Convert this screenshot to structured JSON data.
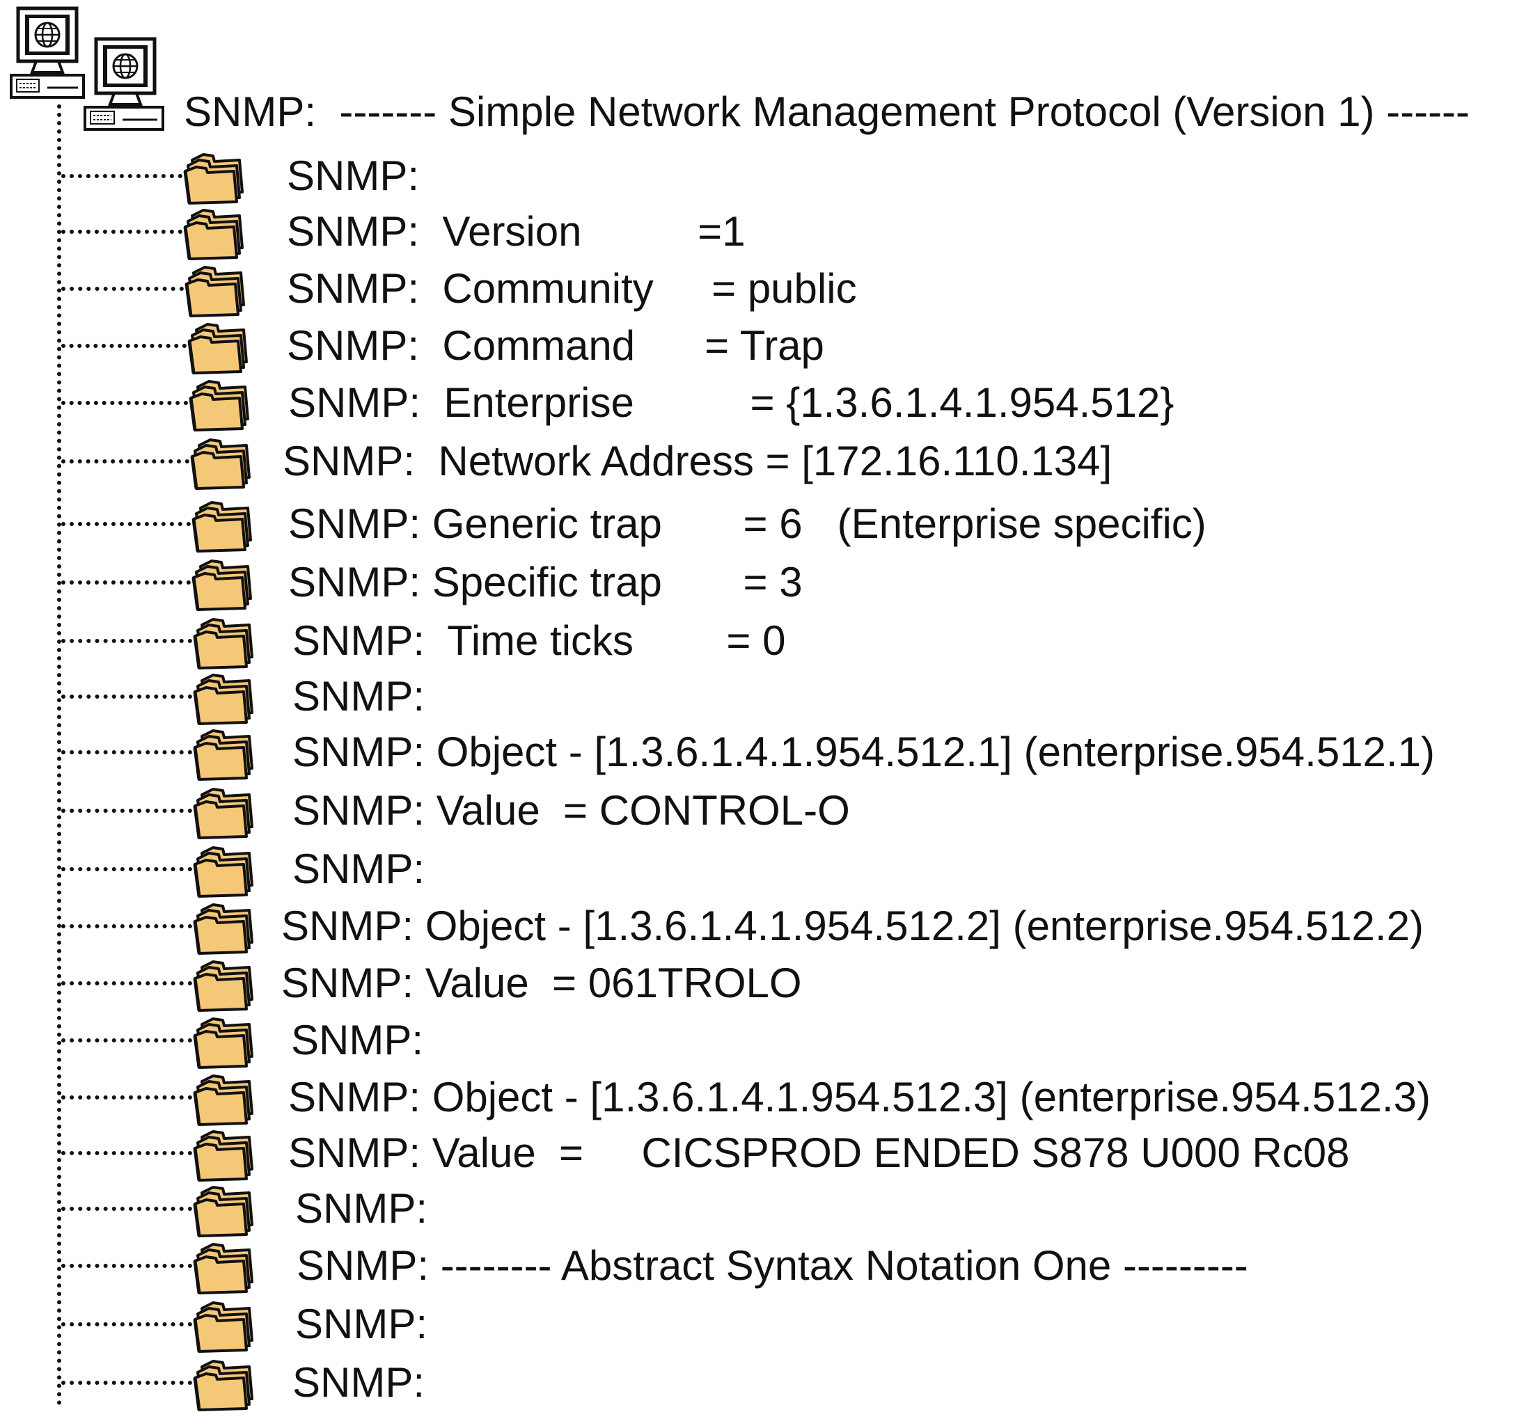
{
  "header": {
    "title": "SNMP:  ------- Simple Network Management Protocol (Version 1) ------"
  },
  "icons": {
    "computer": "networked-computer-icon",
    "folder": "folder-icon"
  },
  "colors": {
    "folder_fill": "#f5c878",
    "outline": "#111111"
  },
  "rows": [
    {
      "text": "SNMP:"
    },
    {
      "text": "SNMP:  Version          =1"
    },
    {
      "text": "SNMP:  Community     = public"
    },
    {
      "text": "SNMP:  Command      = Trap"
    },
    {
      "text": "SNMP:  Enterprise          = {1.3.6.1.4.1.954.512}"
    },
    {
      "text": "SNMP:  Network Address = [172.16.110.134]"
    },
    {
      "text": "SNMP: Generic trap       = 6   (Enterprise specific)"
    },
    {
      "text": "SNMP: Specific trap       = 3"
    },
    {
      "text": "SNMP:  Time ticks        = 0"
    },
    {
      "text": "SNMP:"
    },
    {
      "text": "SNMP: Object - [1.3.6.1.4.1.954.512.1] (enterprise.954.512.1)"
    },
    {
      "text": "SNMP: Value  = CONTROL-O"
    },
    {
      "text": "SNMP:"
    },
    {
      "text": "SNMP: Object - [1.3.6.1.4.1.954.512.2] (enterprise.954.512.2)"
    },
    {
      "text": "SNMP: Value  = 061TROLO"
    },
    {
      "text": "SNMP:"
    },
    {
      "text": "SNMP: Object - [1.3.6.1.4.1.954.512.3] (enterprise.954.512.3)"
    },
    {
      "text": "SNMP: Value  =     CICSPROD ENDED S878 U000 Rc08"
    },
    {
      "text": "SNMP:"
    },
    {
      "text": "SNMP: -------- Abstract Syntax Notation One ---------"
    },
    {
      "text": "SNMP:"
    },
    {
      "text": "SNMP:"
    }
  ]
}
